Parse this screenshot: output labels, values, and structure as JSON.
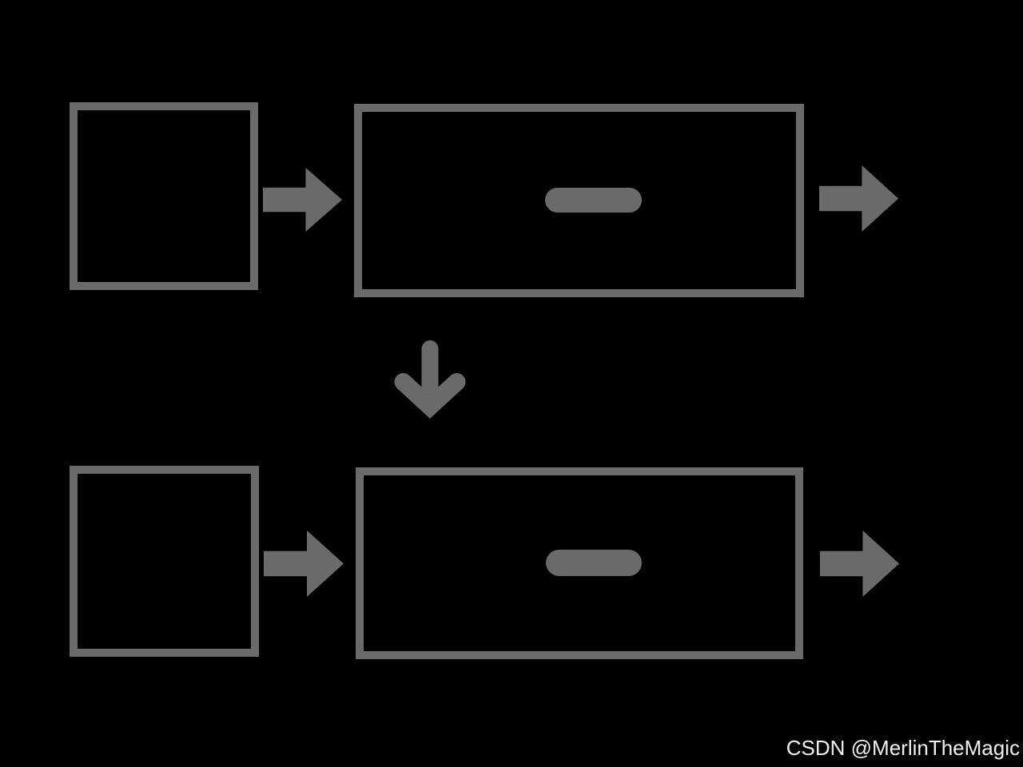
{
  "colors": {
    "background": "#000000",
    "shape_gray": "#6a6a6a",
    "watermark": "#f0f0f0"
  },
  "watermark": {
    "text": "CSDN @MerlinTheMagic"
  },
  "diagram": {
    "type": "flowchart",
    "description": "Two identical rows: an empty square node with an arrow pointing into a wide rectangular node containing a horizontal dash, then an arrow pointing out; a down arrow connects the top row to the bottom row.",
    "rows": [
      {
        "id": "top",
        "nodes": [
          {
            "shape": "square",
            "label": ""
          },
          {
            "shape": "wide-rect",
            "label": "",
            "content": "dash"
          }
        ],
        "out_connector": "right-arrow"
      },
      {
        "id": "bottom",
        "nodes": [
          {
            "shape": "square",
            "label": ""
          },
          {
            "shape": "wide-rect",
            "label": "",
            "content": "dash"
          }
        ],
        "out_connector": "right-arrow"
      }
    ],
    "row_connector": "down-arrow"
  }
}
